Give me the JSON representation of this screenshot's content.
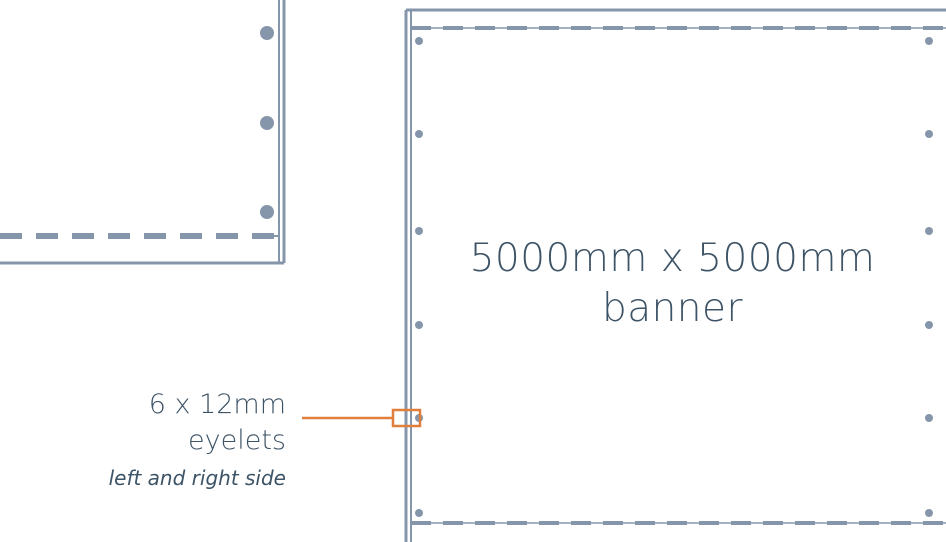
{
  "banner": {
    "size_label": "5000mm x 5000mm",
    "type_label": "banner"
  },
  "eyelets": {
    "count_label": "6 x 12mm",
    "name_label": "eyelets",
    "placement_label": "left and right side"
  },
  "colors": {
    "outline": "#8596ab",
    "text": "#3d5366",
    "callout": "#e07f3c"
  }
}
